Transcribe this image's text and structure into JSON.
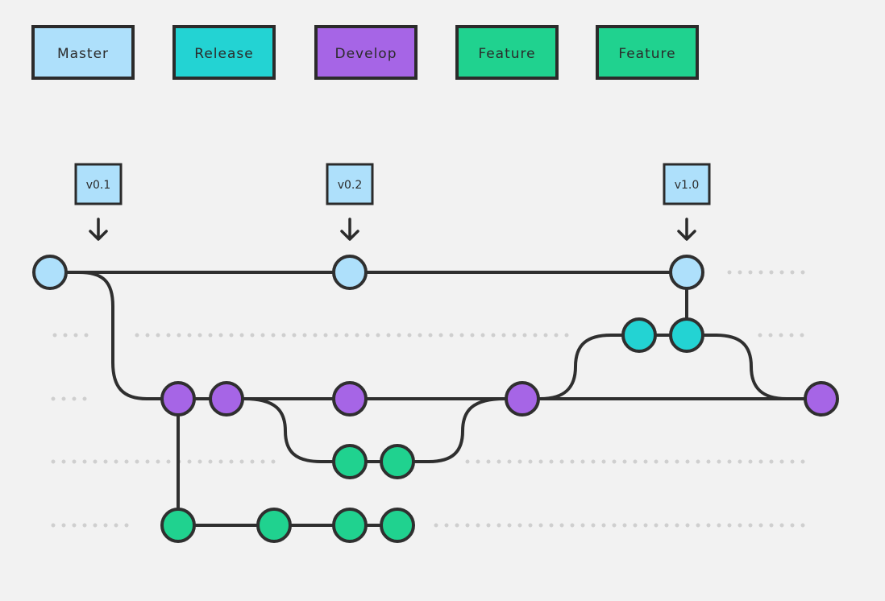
{
  "colors": {
    "master": "#aee0fb",
    "release": "#23d3d3",
    "develop": "#a665e6",
    "feature": "#20d28f",
    "line": "#2f2f2f",
    "background": "#f2f2f2"
  },
  "legend": [
    {
      "label": "Master",
      "color": "master"
    },
    {
      "label": "Release",
      "color": "release"
    },
    {
      "label": "Develop",
      "color": "develop"
    },
    {
      "label": "Feature",
      "color": "feature"
    },
    {
      "label": "Feature",
      "color": "feature"
    }
  ],
  "tags": [
    {
      "label": "v0.1"
    },
    {
      "label": "v0.2"
    },
    {
      "label": "v1.0"
    }
  ]
}
